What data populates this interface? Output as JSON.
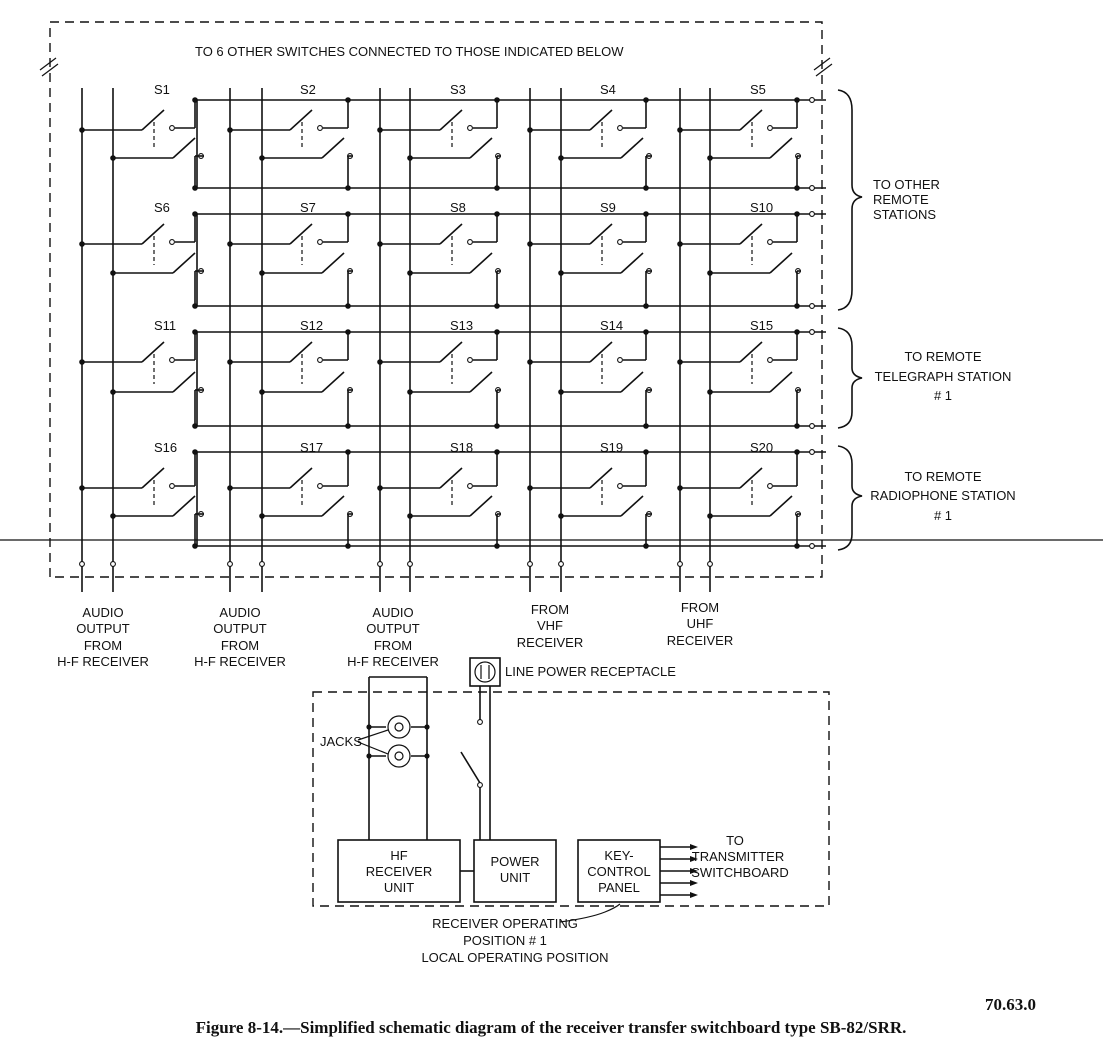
{
  "top_note": "TO 6 OTHER SWITCHES CONNECTED TO THOSE INDICATED BELOW",
  "switches": [
    "S1",
    "S2",
    "S3",
    "S4",
    "S5",
    "S6",
    "S7",
    "S8",
    "S9",
    "S10",
    "S11",
    "S12",
    "S13",
    "S14",
    "S15",
    "S16",
    "S17",
    "S18",
    "S19",
    "S20"
  ],
  "right_labels": [
    [
      "TO OTHER",
      "REMOTE",
      "STATIONS"
    ],
    [
      "TO REMOTE",
      "TELEGRAPH STATION",
      "# 1"
    ],
    [
      "TO REMOTE",
      "RADIOPHONE STATION",
      "# 1"
    ]
  ],
  "bottom_inputs": [
    [
      "AUDIO",
      "OUTPUT",
      "FROM",
      "H-F RECEIVER"
    ],
    [
      "AUDIO",
      "OUTPUT",
      "FROM",
      "H-F RECEIVER"
    ],
    [
      "AUDIO",
      "OUTPUT",
      "FROM",
      "H-F RECEIVER"
    ],
    [
      "FROM",
      "VHF",
      "RECEIVER"
    ],
    [
      "FROM",
      "UHF",
      "RECEIVER"
    ]
  ],
  "line_power": "LINE POWER RECEPTACLE",
  "jacks": "JACKS",
  "units": {
    "hf": [
      "HF",
      "RECEIVER",
      "UNIT"
    ],
    "power": [
      "POWER",
      "UNIT"
    ],
    "key": [
      "KEY-",
      "CONTROL",
      "PANEL"
    ]
  },
  "to_transmitter": [
    "TO",
    "TRANSMITTER",
    "SWITCHBOARD"
  ],
  "position_label": [
    "RECEIVER OPERATING",
    "POSITION  # 1",
    "LOCAL OPERATING POSITION"
  ],
  "figure_number": "70.63.0",
  "caption": "Figure 8-14.—Simplified schematic diagram of the receiver transfer switchboard type SB-82/SRR."
}
